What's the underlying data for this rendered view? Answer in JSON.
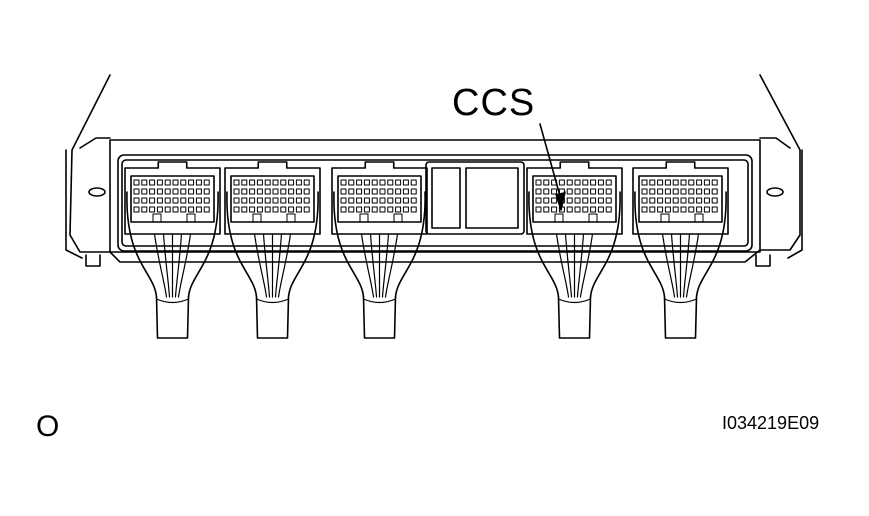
{
  "labels": {
    "callout": "CCS",
    "corner_mark": "O",
    "figure_id": "I034219E09"
  },
  "colors": {
    "line": "#000000",
    "background": "#ffffff"
  }
}
